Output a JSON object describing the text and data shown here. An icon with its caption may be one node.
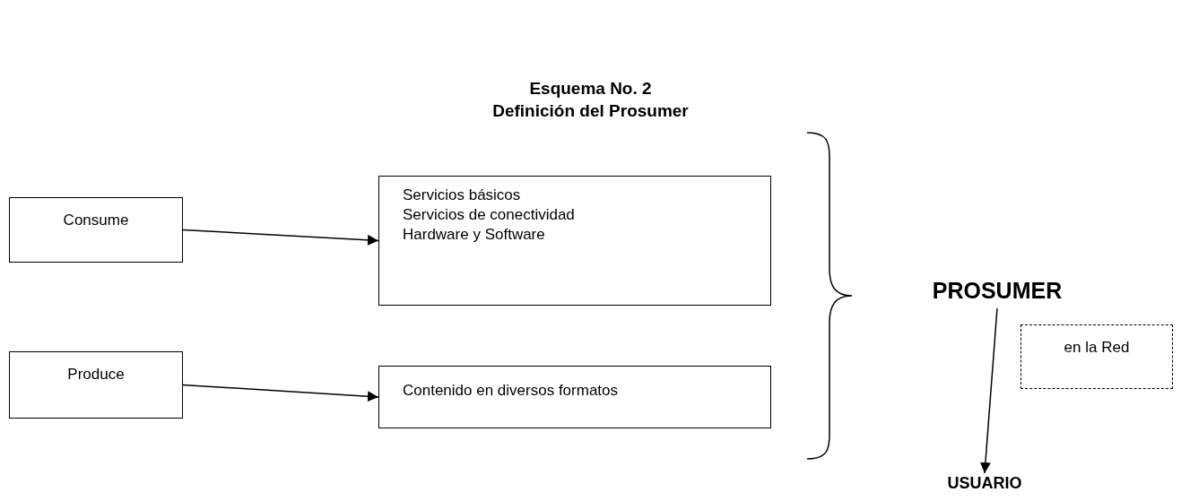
{
  "diagram": {
    "title": "Esquema No. 2",
    "nodes": [
      {
        "text": [
          "Consume"
        ]
      },
      {
        "text": [
          "Servicios básicos",
          "Servicios de conectividad",
          "Hardware y Software"
        ]
      },
      {
        "text": [
          "Produce"
        ]
      },
      {
        "text": [
          "Contenido en diversos formatos"
        ]
      },
      {
        "text": [
          "PROSUMER"
        ]
      },
      {
        "text": [
          "en la Red"
        ]
      },
      {
        "text": [
          "USUARIO"
        ]
      }
    ],
    "edges": [
      {
        "from": 0,
        "to": 1,
        "arrow": "to"
      },
      {
        "from": 2,
        "to": 3,
        "arrow": "to"
      },
      {
        "from": 4,
        "to": 6,
        "arrow": "to"
      }
    ],
    "labels": [
      "Definición del Prosumer"
    ]
  }
}
